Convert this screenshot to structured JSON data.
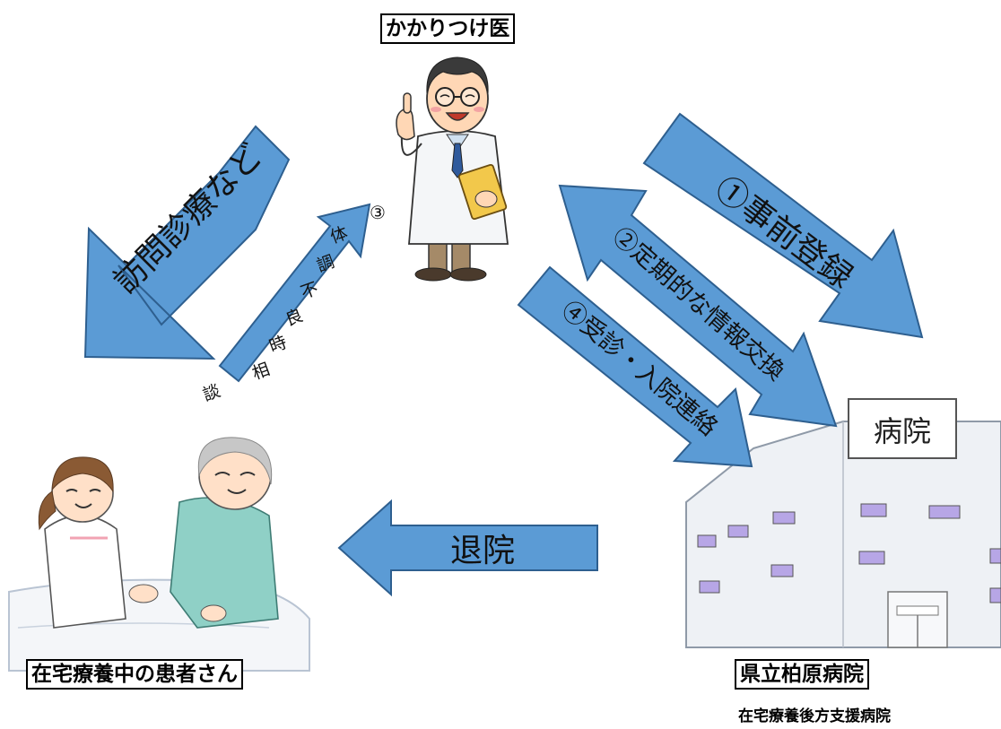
{
  "labels": {
    "doctor": "かかりつけ医",
    "patient": "在宅療養中の患者さん",
    "hospital": "県立柏原病院",
    "hospital_role": "在宅療養後方支援病院",
    "hospital_sign": "病院"
  },
  "arrows": {
    "visit": "訪問診療など",
    "consult_num": "③",
    "consult_chars": [
      "体",
      "調",
      "不",
      "良",
      "時",
      "相",
      "談"
    ],
    "register": "①事前登録",
    "info": "②定期的な情報交換",
    "admit": "④受診・入院連絡",
    "discharge": "退院"
  },
  "colors": {
    "arrow_fill": "#5b9bd5",
    "arrow_stroke": "#2e5f8f"
  }
}
